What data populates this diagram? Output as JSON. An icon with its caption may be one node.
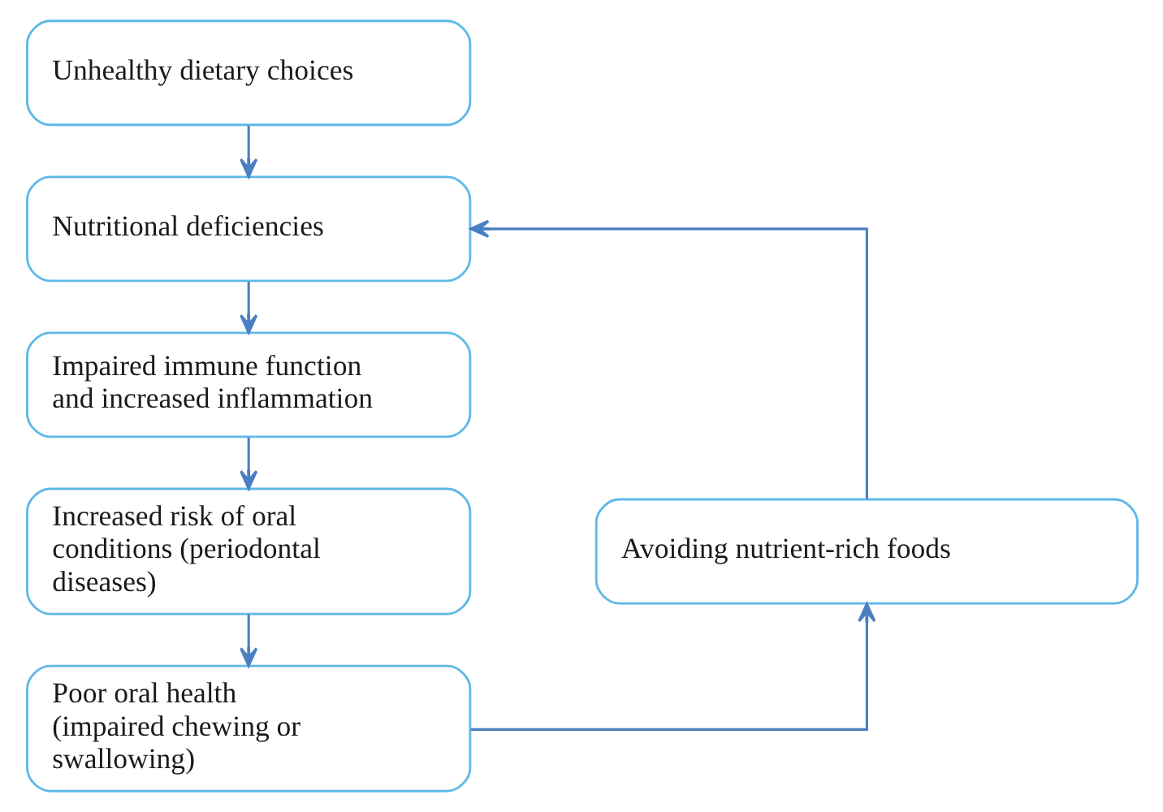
{
  "diagram": {
    "nodes": [
      {
        "text": [
          "Unhealthy dietary choices"
        ]
      },
      {
        "text": [
          "Nutritional deficiencies"
        ]
      },
      {
        "text": [
          "Impaired immune function and increased inflammation"
        ]
      },
      {
        "text": [
          "Increased risk of oral conditions (periodontal diseases)"
        ]
      },
      {
        "text": [
          "Poor oral health (impaired chewing or swallowing)"
        ]
      },
      {
        "text": [
          "Avoiding nutrient-rich foods"
        ]
      }
    ],
    "edges": [
      {
        "from": 0,
        "to": 1,
        "arrow": "to"
      },
      {
        "from": 1,
        "to": 2,
        "arrow": "to"
      },
      {
        "from": 2,
        "to": 3,
        "arrow": "to"
      },
      {
        "from": 3,
        "to": 4,
        "arrow": "to"
      },
      {
        "from": 4,
        "to": 5,
        "arrow": "to"
      },
      {
        "from": 5,
        "to": 1,
        "arrow": "to"
      }
    ]
  }
}
